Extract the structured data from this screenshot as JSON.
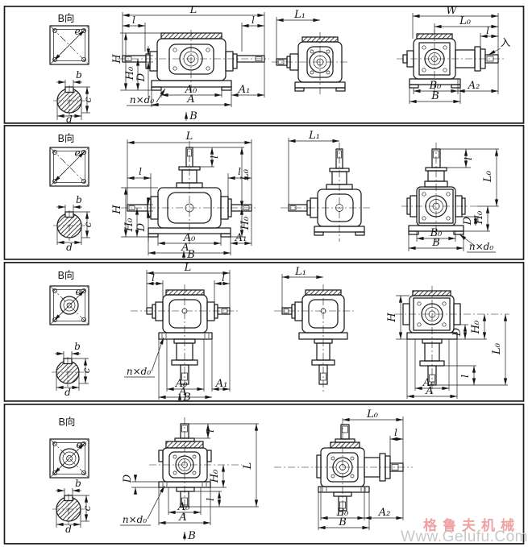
{
  "page": {
    "background": "#ffffff",
    "line_color": "#1c1c1c",
    "brand_color": "#f0a2a2",
    "url_color": "#c8c8c8"
  },
  "watermark": {
    "brand": "格鲁夫机械",
    "url": "Www.Gelufu.Com"
  },
  "labels": {
    "view_b": "B向",
    "L": "L",
    "L1": "L₁",
    "L0": "L₀",
    "W": "W",
    "H": "H",
    "H0": "H₀",
    "D": "D",
    "l": "l",
    "A": "A",
    "A0": "A₀",
    "A1": "A₁",
    "A2": "A₂",
    "B": "B",
    "B0": "B₀",
    "e": "e",
    "b": "b",
    "c": "c",
    "d": "d",
    "n_d0": "n×d₀",
    "input": "入"
  }
}
